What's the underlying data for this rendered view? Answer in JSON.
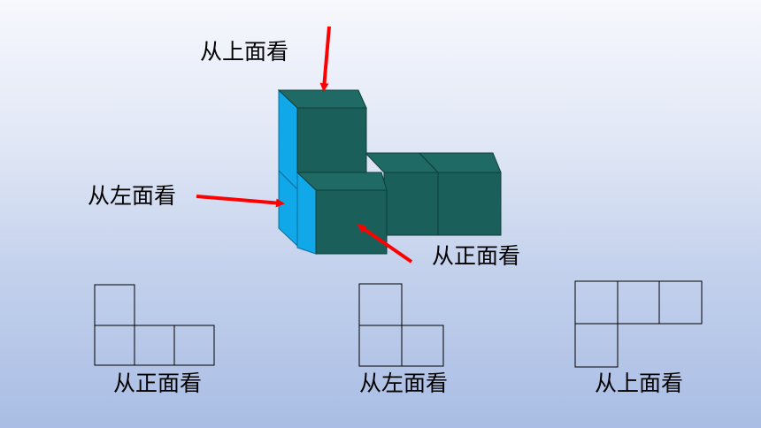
{
  "annotations": {
    "view_top": "从上面看",
    "view_left": "从左面看",
    "view_front": "从正面看"
  },
  "projections": {
    "front_caption": "从正面看",
    "left_caption": "从左面看",
    "top_caption": "从上面看"
  },
  "colors": {
    "cube_front": "#1b5f5a",
    "cube_top": "#1f6a64",
    "cube_side": "#10a8e8",
    "arrow": "#ff0000",
    "grid_line": "#000000"
  }
}
